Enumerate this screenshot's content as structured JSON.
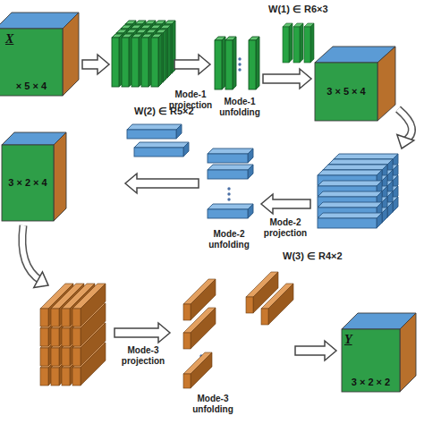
{
  "diagram": {
    "nodes": [
      {
        "text": [
          "X",
          "× 5 × 4"
        ]
      },
      {
        "text": [
          "3 × 5 × 4"
        ]
      },
      {
        "text": [
          "3 × 2 × 4"
        ]
      },
      {
        "text": [
          "Y",
          "3 × 2 × 2"
        ]
      }
    ],
    "labels": [
      "W(1) ∈ R6×3",
      "Mode-1 projection",
      "Mode-1 unfolding",
      "W(2) ∈ R5×2",
      "Mode-2 projection",
      "Mode-2 unfolding",
      "Mode-3 projection",
      "Mode-3 unfolding",
      "W(3) ∈ R4×2"
    ]
  }
}
